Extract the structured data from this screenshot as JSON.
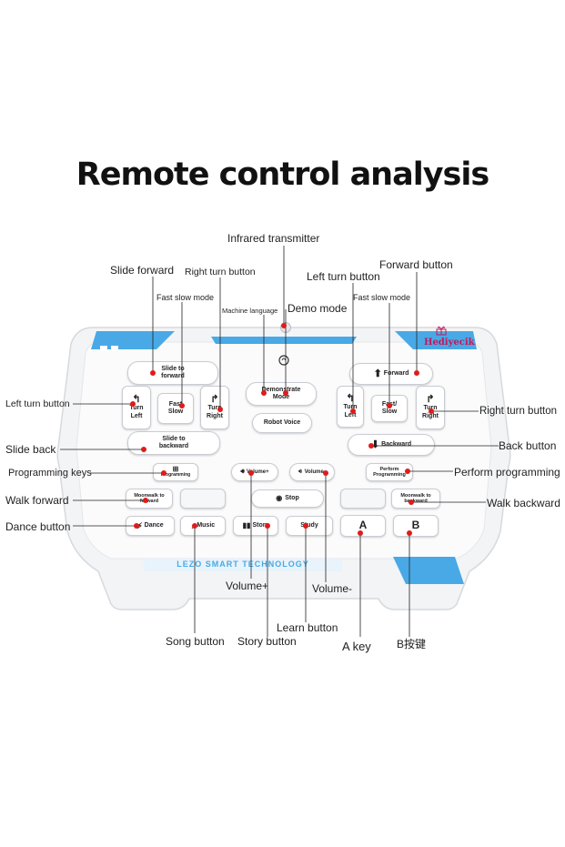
{
  "title": "Remote control analysis",
  "colors": {
    "accent_blue": "#49a9e6",
    "callout_dot": "#e01b1b",
    "watermark": "#c2185b"
  },
  "watermark": "Hediyecik",
  "brand_strip": "LEZO SMART TECHNOLOGY",
  "callouts": {
    "infrared_transmitter": "Infrared transmitter",
    "slide_forward": "Slide forward",
    "right_turn_button_top": "Right turn button",
    "fast_slow_mode_left": "Fast slow mode",
    "machine_language": "Machine language",
    "demo_mode": "Demo mode",
    "left_turn_button_top": "Left turn button",
    "forward_button": "Forward button",
    "fast_slow_mode_right": "Fast slow mode",
    "left_turn_button_side": "Left turn button",
    "right_turn_button_side": "Right turn button",
    "slide_back": "Slide back",
    "back_button": "Back button",
    "programming_keys": "Programming keys",
    "perform_programming": "Perform programming",
    "walk_forward": "Walk forward",
    "walk_backward": "Walk backward",
    "dance_button": "Dance button",
    "volume_plus": "Volume+",
    "volume_minus": "Volume-",
    "learn_button": "Learn button",
    "song_button": "Song button",
    "story_button": "Story button",
    "a_key": "A key",
    "b_key": "B按键"
  },
  "keys": {
    "slide_to_forward": "Slide to forward",
    "turn_left": "Turn Left",
    "fast_slow_left": "Fast Slow",
    "turn_right": "Turn Right",
    "slide_to_backward": "Slide to backward",
    "demonstrate_mode": "Demonstrate Mode",
    "robot_voice": "Robot Voice",
    "forward": "Forward",
    "turn_left_r": "Turn Left",
    "fast_slow_right": "Fast/ Slow",
    "turn_right_r": "Turn Right",
    "backward": "Backward",
    "programming": "Programming",
    "volume_plus": "Volume+",
    "volume_minus": "Volume-",
    "perform_programming": "Perform Programming",
    "moonwalk_forward": "Moonwalk to forward",
    "stop": "Stop",
    "moonwalk_backward": "Moonwalk to backward",
    "dance": "Dance",
    "music": "Music",
    "story": "Story",
    "study": "Study",
    "a": "A",
    "b": "B"
  }
}
